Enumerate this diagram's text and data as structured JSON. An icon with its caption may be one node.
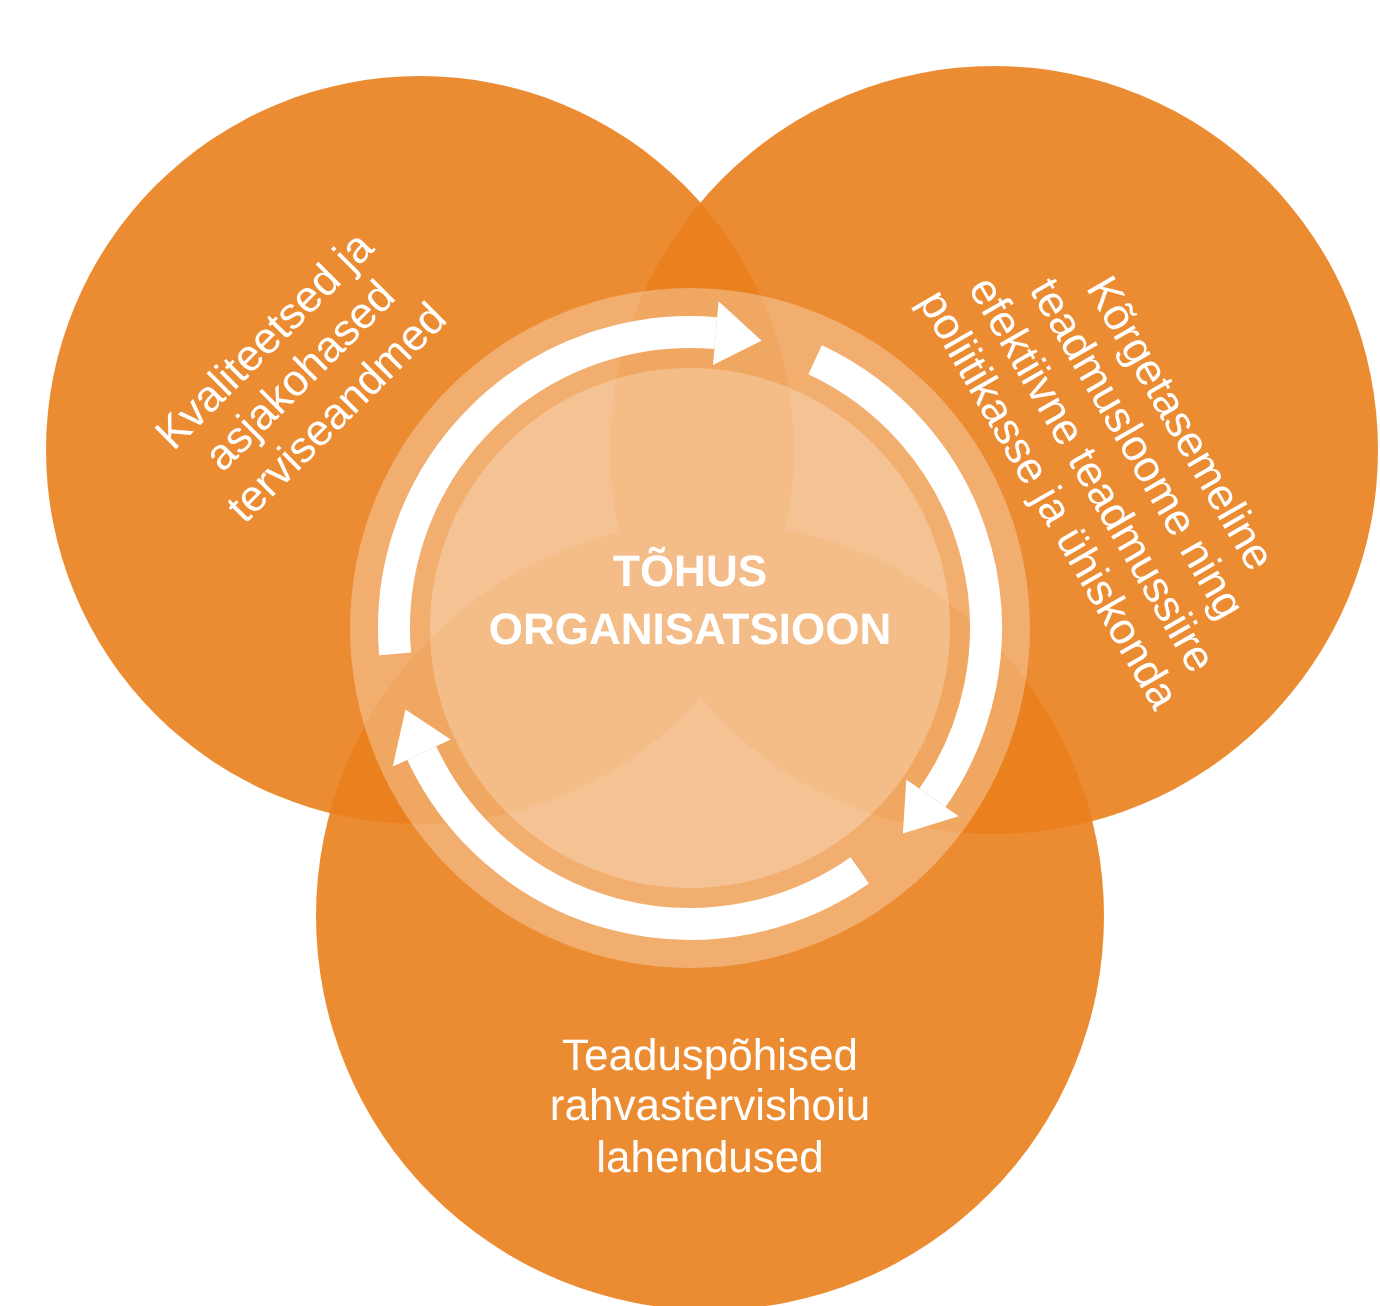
{
  "diagram": {
    "nodes": [
      {
        "text": [
          "Kvaliteetsed ja asjakohased terviseandmed"
        ]
      },
      {
        "text": [
          "Kõrgetasemeline teadmusloome ning efektiivne teadmussiire poliitikasse ja ühiskonda"
        ]
      },
      {
        "text": [
          "Teaduspõhised rahvastervishoiu lahendused"
        ]
      },
      {
        "text": [
          "TÕHUS ORGANISATSIOON"
        ]
      }
    ]
  }
}
